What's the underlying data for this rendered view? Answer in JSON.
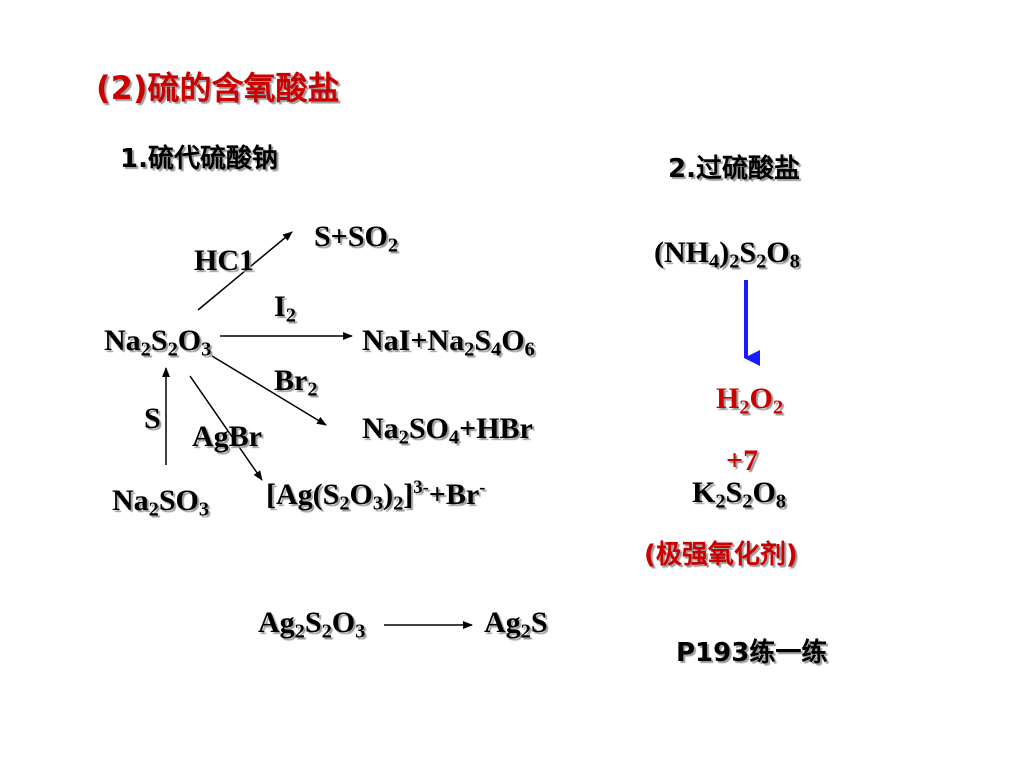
{
  "title": "(2)硫的含氧酸盐",
  "section1": {
    "heading": "1.硫代硫酸钠"
  },
  "section2": {
    "heading": "2.过硫酸盐"
  },
  "thio": {
    "center": [
      "Na",
      "2",
      "S",
      "2",
      "O",
      "3"
    ],
    "hcl_label": "HC1",
    "hcl_product": [
      "S+SO",
      "2"
    ],
    "i2_label": [
      "I",
      "2"
    ],
    "i2_product": [
      "NaI+Na",
      "2",
      "S",
      "4",
      "O",
      "6"
    ],
    "br2_label": [
      "Br",
      "2"
    ],
    "br2_product": [
      "Na",
      "2",
      "SO",
      "4",
      "+HBr"
    ],
    "s_label": "S",
    "sulfite": [
      "Na",
      "2",
      "SO",
      "3"
    ],
    "agbr_label": "AgBr",
    "agbr_product": [
      "[Ag(S",
      "2",
      "O",
      "3",
      ")",
      "2",
      "]",
      "3-",
      "+Br",
      "-"
    ],
    "silver_reactant": [
      "Ag",
      "2",
      "S",
      "2",
      "O",
      "3"
    ],
    "silver_product": [
      "Ag",
      "2",
      "S"
    ]
  },
  "persulfate": {
    "ammonium": [
      "(NH",
      "4",
      ")",
      "2",
      "S",
      "2",
      "O",
      "8"
    ],
    "h2o2": [
      "H",
      "2",
      "O",
      "2"
    ],
    "oxidation_state": "+7",
    "potassium": [
      "K",
      "2",
      "S",
      "2",
      "O",
      "8"
    ],
    "note": "(极强氧化剂)",
    "arrow_color": "#1a1aff"
  },
  "exercise": "P193练一练",
  "colors": {
    "title": "#cc0000",
    "accent": "#cc0000",
    "text": "#000000"
  }
}
